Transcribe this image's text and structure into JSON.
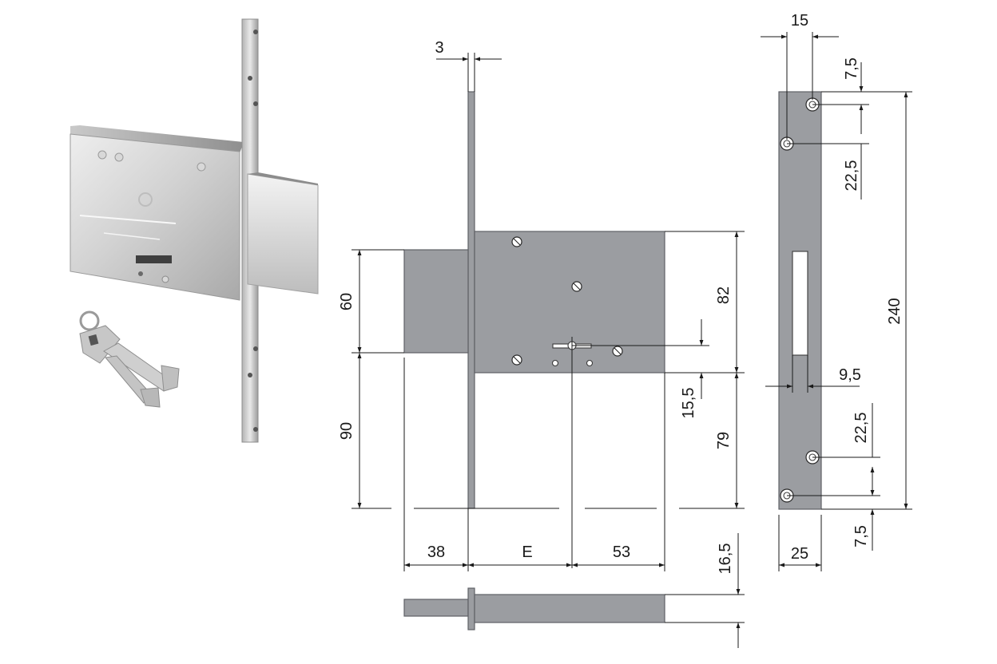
{
  "colors": {
    "part_fill": "#9b9da1",
    "part_edge": "#5f6166",
    "dimension_line": "#1a1a1a",
    "metal": "#d9d9d9",
    "background": "#ffffff"
  },
  "front_view": {
    "dim_faceplate_thickness": "3",
    "dim_bolt_upper": "60",
    "dim_bolt_lower": "90",
    "dim_case_upper": "82",
    "dim_case_lower": "79",
    "dim_key_offset": "15,5",
    "dim_bolt_throw": "38",
    "dim_backset": "E",
    "dim_case_right": "53"
  },
  "bottom_view": {
    "dim_depth": "16,5"
  },
  "faceplate_view": {
    "dim_hole_spacing": "15",
    "dim_top_margin": "7,5",
    "dim_upper_hole_gap": "22,5",
    "dim_height": "240",
    "dim_slot_width": "9,5",
    "dim_lower_hole_gap": "22,5",
    "dim_bottom_margin": "7,5",
    "dim_width": "25"
  },
  "icons": [
    "lock-photo-icon",
    "keys-icon",
    "screw-icon"
  ]
}
